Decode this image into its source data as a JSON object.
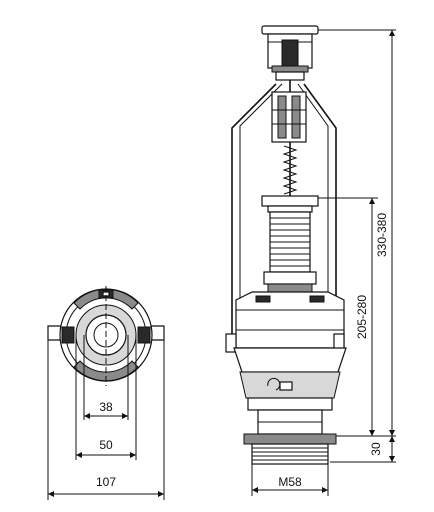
{
  "dimensions": {
    "inner_bore": "38",
    "outer_ring": "50",
    "overall_width": "107",
    "thread": "M58",
    "base_height": "30",
    "float_range": "205-280",
    "total_height": "330-380"
  }
}
